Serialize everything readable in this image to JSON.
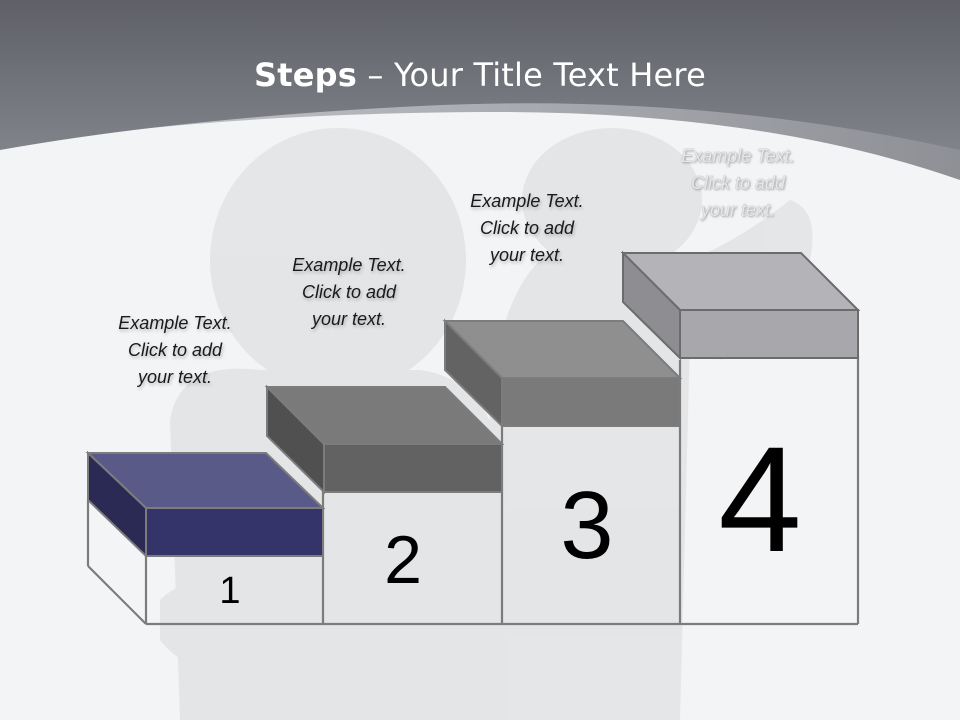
{
  "slide": {
    "title_bold": "Steps",
    "title_rest": " – Your Title Text Here"
  },
  "steps": [
    {
      "number": "1",
      "text_lines": [
        "Example Text.",
        "Click  to add",
        "your text."
      ],
      "top_color": "#5a5a88",
      "front_color": "#34346a",
      "side_color": "#2a2a55"
    },
    {
      "number": "2",
      "text_lines": [
        "Example Text.",
        "Click  to add",
        "your text."
      ],
      "top_color": "#7a7a7a",
      "front_color": "#626262",
      "side_color": "#505050"
    },
    {
      "number": "3",
      "text_lines": [
        "Example Text.",
        "Click  to add",
        "your text."
      ],
      "top_color": "#8f8f8f",
      "front_color": "#7a7a7a",
      "side_color": "#636363"
    },
    {
      "number": "4",
      "text_lines": [
        "Example Text.",
        "Click  to add",
        "your text."
      ],
      "top_color": "#b4b4b8",
      "front_color": "#a8a8ac",
      "side_color": "#8e8e92"
    }
  ],
  "colors": {
    "header_gray": "#6a6c72",
    "outline": "#7a7a7a",
    "background": "#f4f5f6"
  }
}
